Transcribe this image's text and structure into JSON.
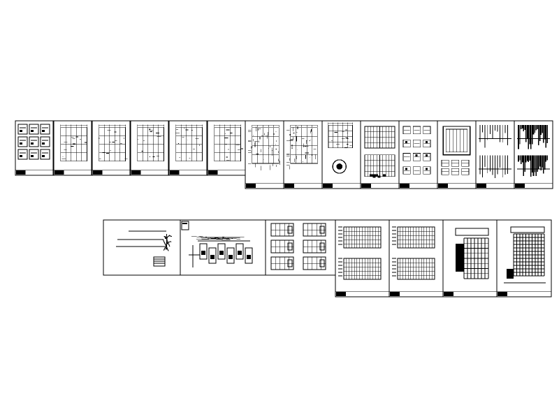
{
  "canvas": {
    "background": "#ffffff",
    "line_color": "#000000"
  },
  "sheet_groups": [
    {
      "name": "top-row-floor-plans",
      "sheet_count": 6,
      "sheet_type": "floor-plan"
    },
    {
      "name": "top-row-sections-and-details",
      "sheet_count": 8,
      "sheet_type": "mixed-detail"
    },
    {
      "name": "bottom-row-landscape-details",
      "sheet_count": 3,
      "sheet_type": "landscape-detail"
    },
    {
      "name": "bottom-row-elevations",
      "sheet_count": 4,
      "sheet_type": "elevation"
    }
  ]
}
